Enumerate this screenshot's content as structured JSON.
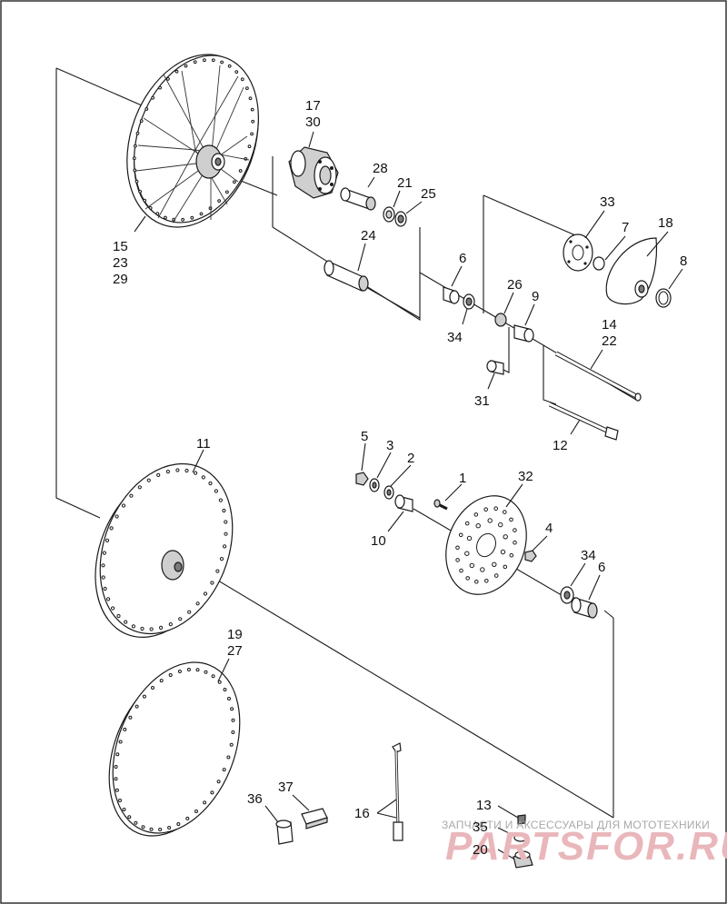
{
  "labels": {
    "l1": "1",
    "l2": "2",
    "l3": "3",
    "l4": "4",
    "l5": "5",
    "l6a": "6",
    "l6b": "6",
    "l7": "7",
    "l8": "8",
    "l9": "9",
    "l10": "10",
    "l11": "11",
    "l12": "12",
    "l13": "13",
    "l14": "14",
    "l22": "22",
    "l15": "15",
    "l23": "23",
    "l29": "29",
    "l16": "16",
    "l17": "17",
    "l30": "30",
    "l18": "18",
    "l19": "19",
    "l27": "27",
    "l20": "20",
    "l21": "21",
    "l24": "24",
    "l25": "25",
    "l26": "26",
    "l28": "28",
    "l31": "31",
    "l32": "32",
    "l33": "33",
    "l34a": "34",
    "l34b": "34",
    "l35": "35",
    "l36": "36",
    "l37": "37"
  },
  "watermark": {
    "line1": "ЗАПЧАСТИ И АКСЕССУАРЫ ДЛЯ МОТОТЕХНИКИ",
    "line2": "PARTSFOR.RU"
  }
}
